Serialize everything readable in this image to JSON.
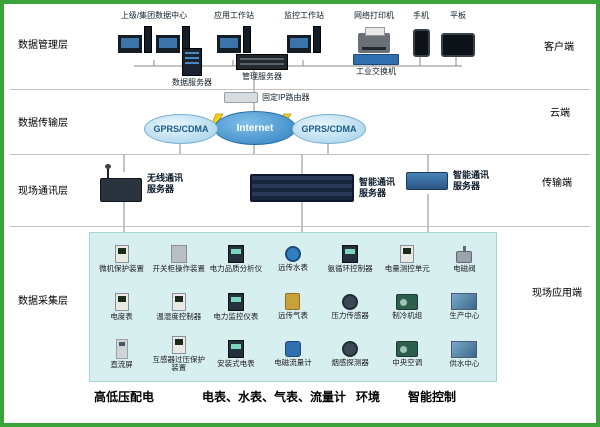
{
  "layers": {
    "left": [
      "数据管理层",
      "数据传输层",
      "现场通讯层",
      "数据采集层"
    ],
    "right": [
      "客户端",
      "云端",
      "传输端",
      "现场应用端"
    ]
  },
  "clients": [
    "上级/集团数据中心",
    "应用工作站",
    "监控工作站",
    "网络打印机",
    "手机",
    "平板"
  ],
  "servers": {
    "data": "数据服务器",
    "mgmt": "管理服务器",
    "switch": "工业交换机"
  },
  "transport": {
    "router": "固定IP路由器",
    "internet": "Internet",
    "gprs_left": "GPRS/CDMA",
    "gprs_right": "GPRS/CDMA"
  },
  "comm": {
    "wireless": "无线通讯服务器",
    "rack": "智能通讯服务器",
    "smart": "智能通讯服务器"
  },
  "acq": {
    "items": [
      "微机保护装置",
      "开关柜操作装置",
      "电力品质分析仪",
      "远传水表",
      "氨循环控制器",
      "电量测控单元",
      "电磁阀",
      "电度表",
      "温湿度控制器",
      "电力监控仪表",
      "远传气表",
      "压力传感器",
      "制冷机组",
      "生产中心",
      "直流屏",
      "互感器过压保护装置",
      "安装式电表",
      "电磁流量计",
      "烟感探测器",
      "中央空调",
      "供水中心"
    ]
  },
  "footer": [
    "高低压配电",
    "电表、水表、气表、流量计",
    "环境",
    "智能控制"
  ]
}
